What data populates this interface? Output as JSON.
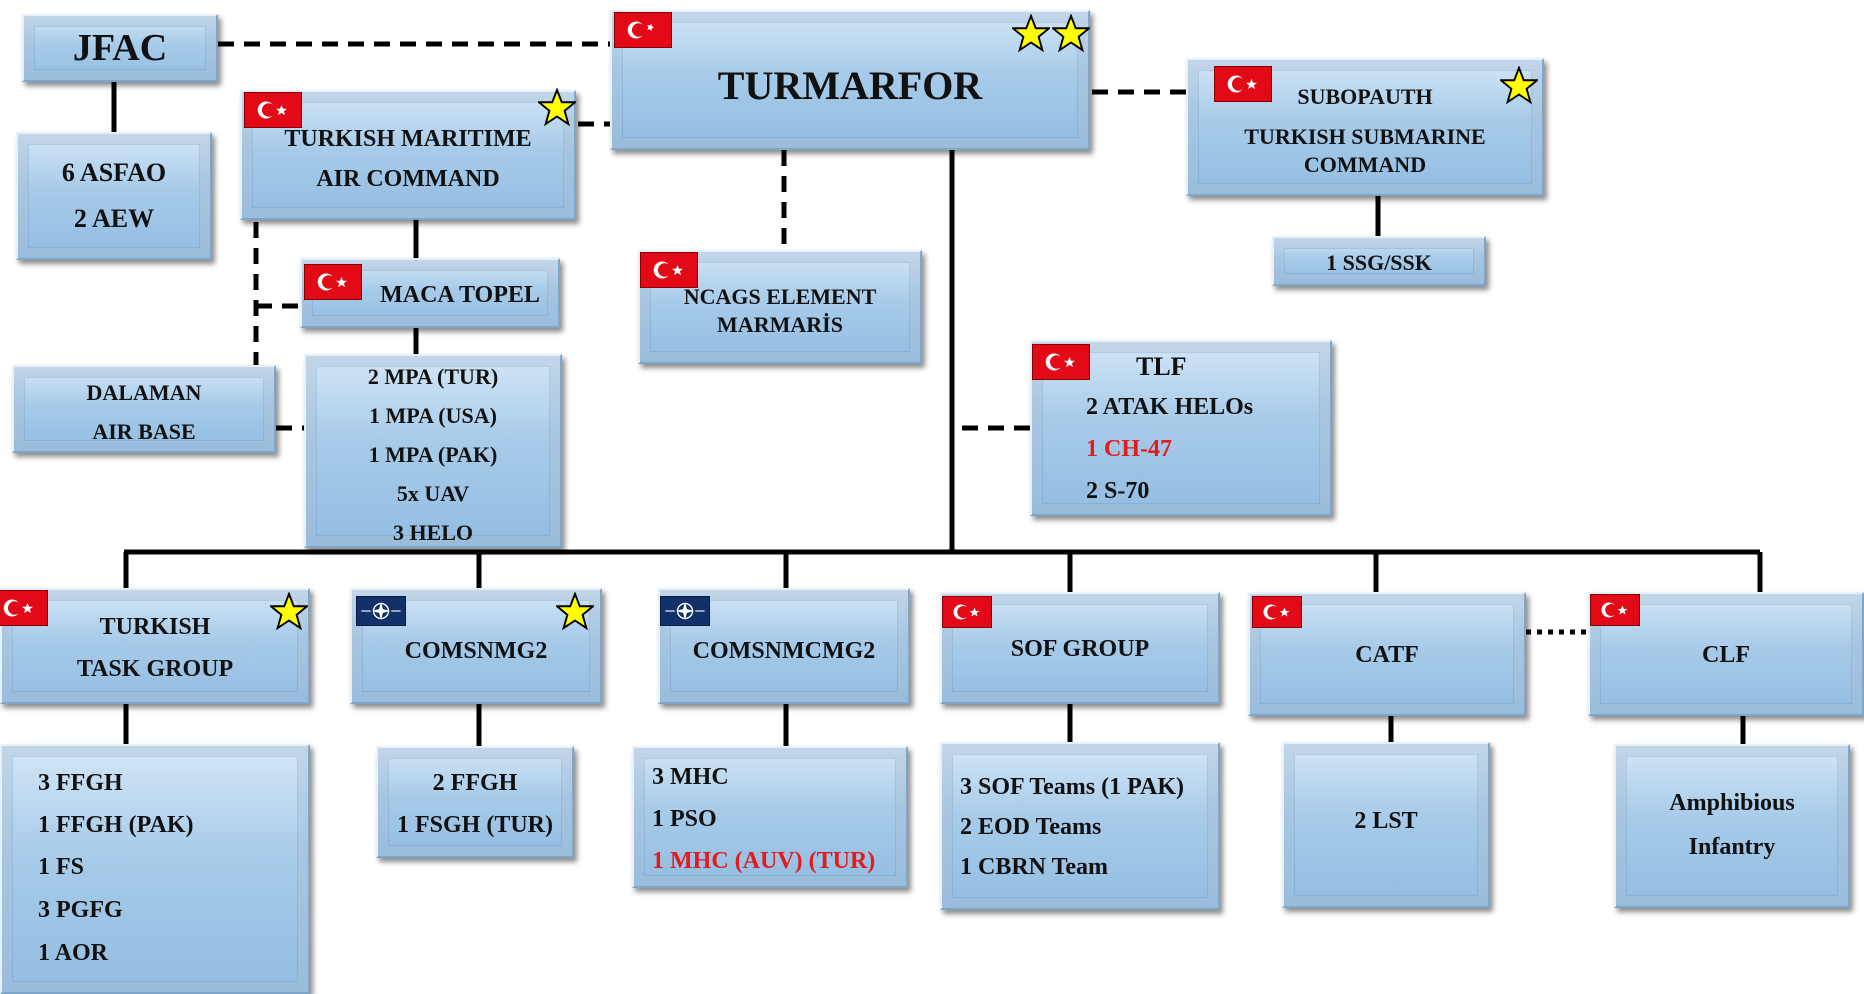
{
  "nodes": {
    "jfac": {
      "title": "JFAC"
    },
    "asfao": {
      "lines": [
        "6 ASFAO",
        "2 AEW"
      ]
    },
    "turmarfor": {
      "title": "TURMARFOR"
    },
    "tmac": {
      "lines": [
        "TURKISH MARITIME",
        "AIR COMMAND"
      ]
    },
    "maca": {
      "title": "MACA TOPEL"
    },
    "maca_assets": {
      "lines": [
        "2 MPA (TUR)",
        "1 MPA (USA)",
        "1 MPA (PAK)",
        "5x UAV",
        "3 HELO"
      ]
    },
    "dalaman": {
      "lines": [
        "DALAMAN",
        "AIR BASE"
      ]
    },
    "ncags": {
      "lines": [
        "NCAGS ELEMENT",
        "MARMARİS"
      ]
    },
    "subopauth": {
      "lines": [
        "SUBOPAUTH",
        "TURKISH SUBMARINE",
        "COMMAND"
      ]
    },
    "ssg": {
      "title": "1 SSG/SSK"
    },
    "tlf": {
      "title": "TLF",
      "lines": [
        "2 ATAK HELOs",
        "1 CH-47",
        "2 S-70"
      ]
    },
    "ttg": {
      "lines": [
        "TURKISH",
        "TASK GROUP"
      ]
    },
    "ttg_assets": {
      "lines": [
        "3 FFGH",
        "1 FFGH (PAK)",
        "1 FS",
        "3 PGFG",
        "1 AOR"
      ]
    },
    "snmg2": {
      "title": "COMSNMG2"
    },
    "snmg2_assets": {
      "lines": [
        "2 FFGH",
        "1 FSGH (TUR)"
      ]
    },
    "snmcmg2": {
      "title": "COMSNMCMG2"
    },
    "snmcmg2_assets": {
      "lines": [
        "3 MHC",
        "1 PSO",
        "1 MHC (AUV) (TUR)"
      ]
    },
    "sof": {
      "title": "SOF GROUP"
    },
    "sof_assets": {
      "lines": [
        "3 SOF Teams (1 PAK)",
        "2 EOD Teams",
        "1 CBRN Team"
      ]
    },
    "catf": {
      "title": "CATF"
    },
    "catf_assets": {
      "title": "2 LST"
    },
    "clf": {
      "title": "CLF"
    },
    "clf_assets": {
      "lines": [
        "Amphibious",
        "Infantry"
      ]
    }
  },
  "colors": {
    "highlight_text": "#e31b1b",
    "turkish_flag": "#e30a17",
    "nato_flag": "#12316b",
    "star": "#ffff00",
    "box_fill": "#a7cbe9"
  }
}
